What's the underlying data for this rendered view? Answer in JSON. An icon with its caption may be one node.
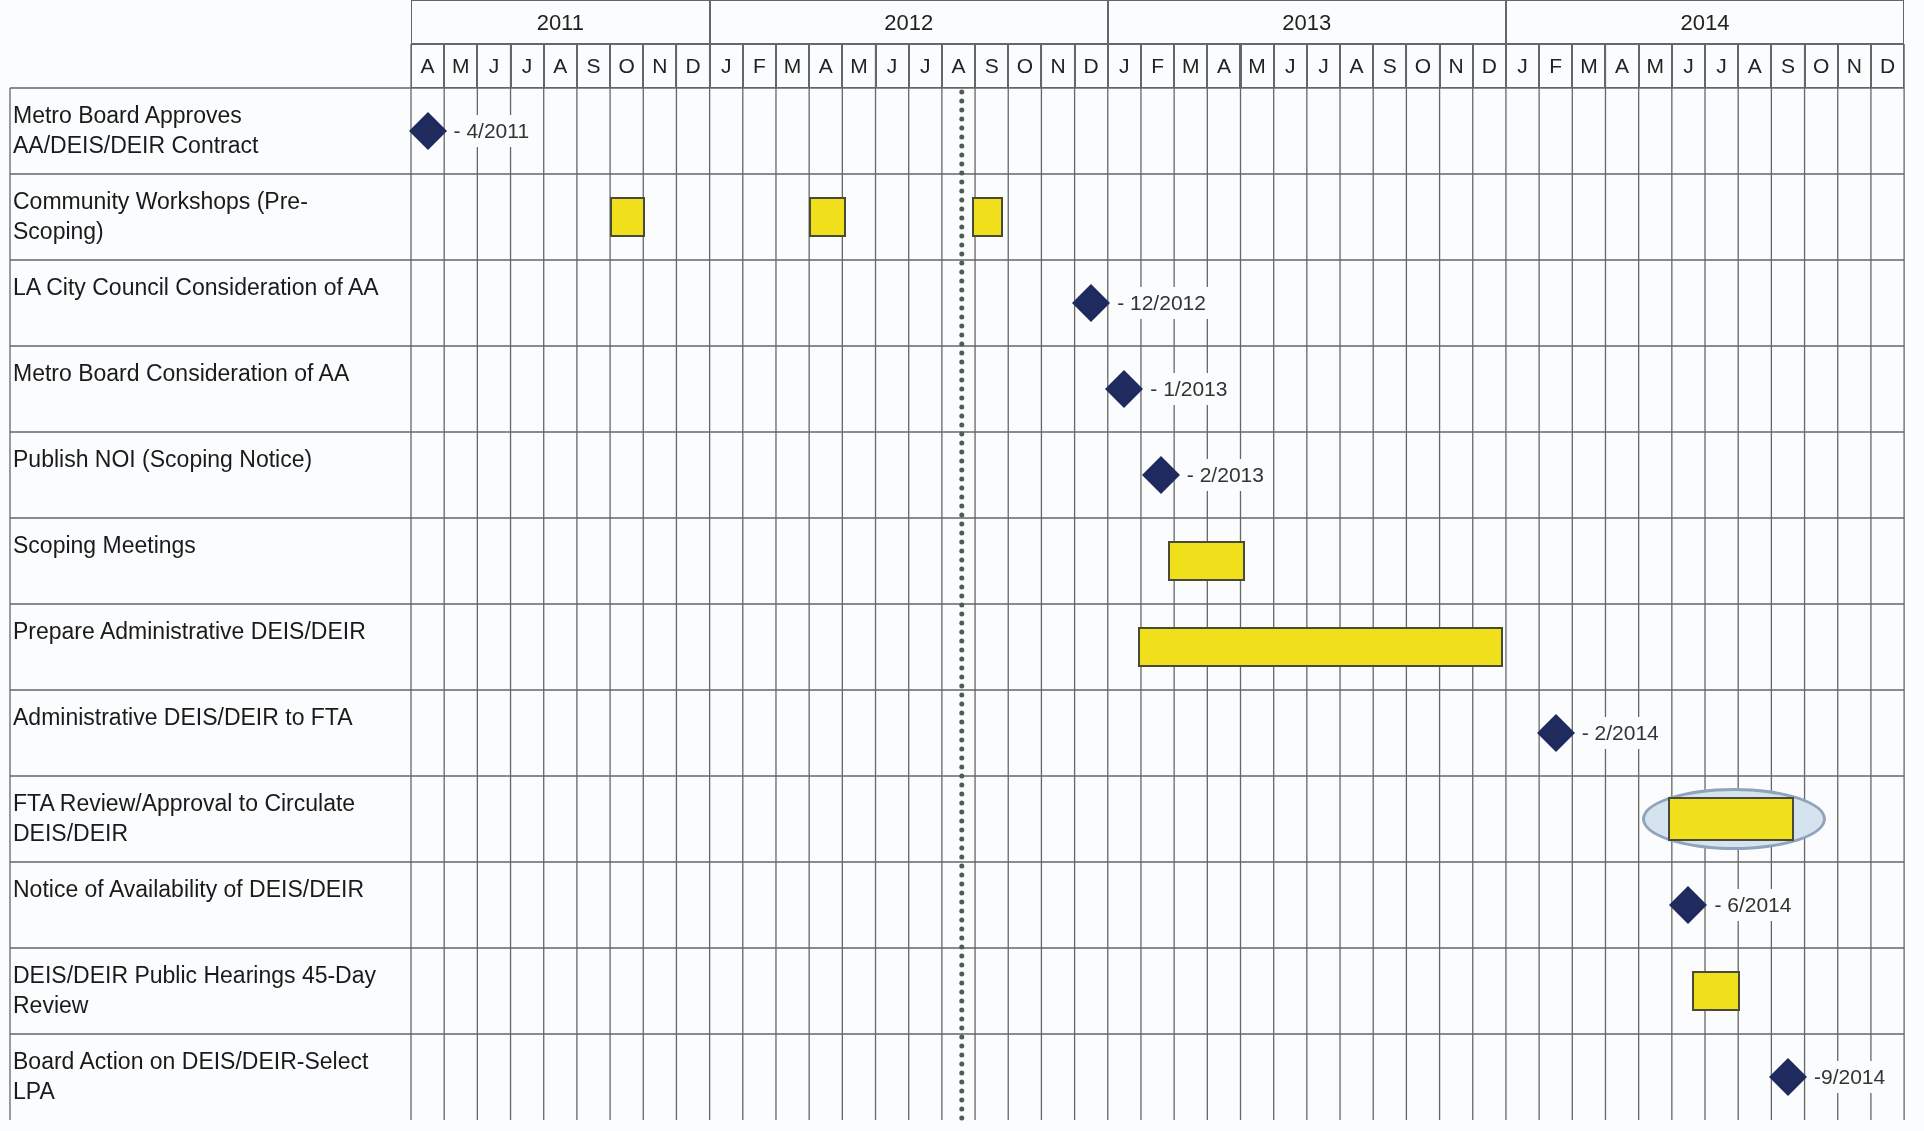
{
  "diagram": {
    "nodes": [
      {
        "text": [],
        "shape": "diamond",
        "beside": [
          "- 4/2011"
        ]
      },
      {
        "text": [],
        "shape": "bar"
      },
      {
        "text": [],
        "shape": "bar"
      },
      {
        "text": [],
        "shape": "bar"
      },
      {
        "text": [],
        "shape": "diamond",
        "beside": [
          "- 12/2012"
        ]
      },
      {
        "text": [],
        "shape": "diamond",
        "beside": [
          "- 1/2013"
        ]
      },
      {
        "text": [],
        "shape": "diamond",
        "beside": [
          "- 2/2013"
        ]
      },
      {
        "text": [],
        "shape": "bar"
      },
      {
        "text": [],
        "shape": "bar"
      },
      {
        "text": [],
        "shape": "diamond",
        "beside": [
          "- 2/2014"
        ]
      },
      {
        "text": [],
        "shape": "ellipse"
      },
      {
        "text": [],
        "shape": "bar",
        "in": 10
      },
      {
        "text": [],
        "shape": "diamond",
        "beside": [
          "- 6/2014"
        ]
      },
      {
        "text": [],
        "shape": "bar"
      },
      {
        "text": [],
        "shape": "diamond",
        "beside": [
          "-9/2014"
        ]
      }
    ],
    "labels": [
      "2011",
      "2012",
      "2013",
      "2014",
      "A",
      "M",
      "J",
      "J",
      "A",
      "S",
      "O",
      "N",
      "D",
      "J",
      "F",
      "M",
      "A",
      "M",
      "J",
      "J",
      "A",
      "S",
      "O",
      "N",
      "D",
      "J",
      "F",
      "M",
      "A",
      "M",
      "J",
      "J",
      "A",
      "S",
      "O",
      "N",
      "D",
      "J",
      "F",
      "M",
      "A",
      "M",
      "J",
      "J",
      "A",
      "S",
      "O",
      "N",
      "D",
      "Metro Board Approves AA/DEIS/DEIR Contract",
      "Community Workshops (Pre-Scoping)",
      "LA City Council Consideration of AA",
      "Metro Board Consideration of AA",
      "Publish NOI (Scoping Notice)",
      "Scoping Meetings",
      "Prepare Administrative DEIS/DEIR",
      "Administrative DEIS/DEIR to FTA",
      "FTA Review/Approval to Circulate DEIS/DEIR",
      "Notice of Availability of DEIS/DEIR",
      "DEIS/DEIR Public Hearings 45-Day Review",
      "Board Action on DEIS/DEIR-Select LPA"
    ]
  }
}
